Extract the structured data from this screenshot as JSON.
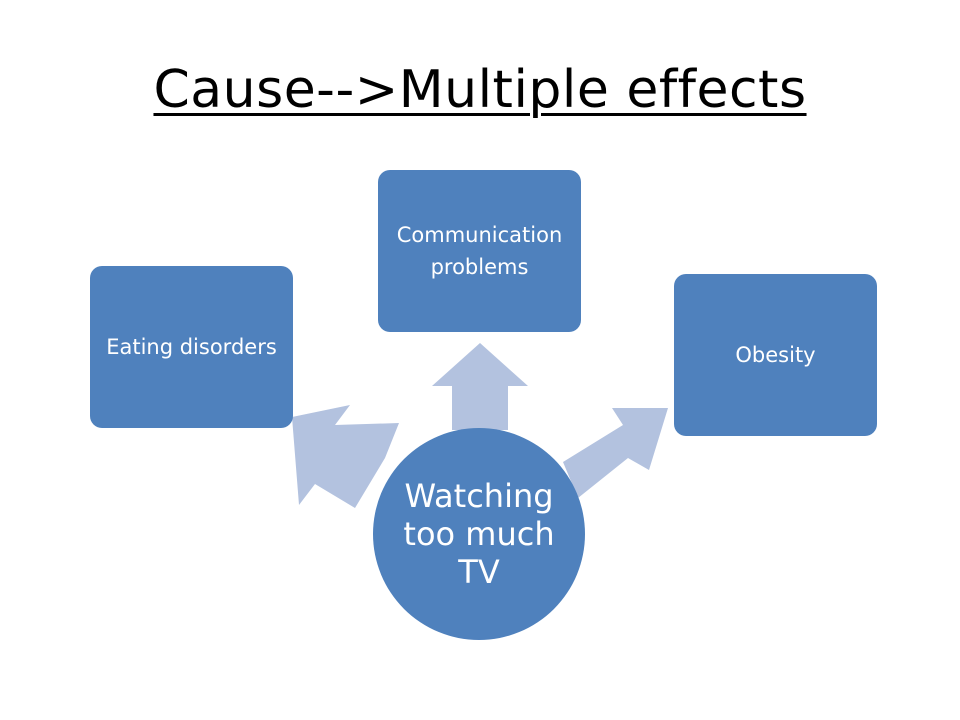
{
  "slide": {
    "title": "Cause-->Multiple effects"
  },
  "diagram": {
    "cause": "Watching too much TV",
    "effects": [
      "Eating disorders",
      "Communication problems",
      "Obesity"
    ]
  },
  "colors": {
    "node_fill": "#4f81bd",
    "arrow_fill": "#b3c2df",
    "text": "#ffffff",
    "title_text": "#000000"
  }
}
